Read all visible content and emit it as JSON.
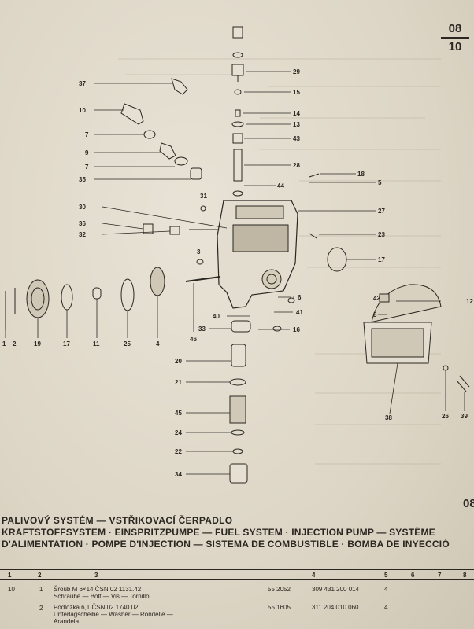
{
  "page_number": {
    "top": "08",
    "bottom": "10"
  },
  "edge_number": "08",
  "callouts": [
    "29",
    "15",
    "14",
    "13",
    "43",
    "28",
    "18",
    "5",
    "37",
    "10",
    "7",
    "9",
    "7",
    "35",
    "44",
    "31",
    "27",
    "30",
    "36",
    "32",
    "23",
    "3",
    "17",
    "1",
    "2",
    "19",
    "17",
    "11",
    "25",
    "4",
    "46",
    "6",
    "42",
    "12",
    "8",
    "40",
    "41",
    "33",
    "16",
    "20",
    "21",
    "45",
    "24",
    "22",
    "34",
    "38",
    "26",
    "39"
  ],
  "titles": {
    "czech": "PALIVOVÝ SYSTÉM — VSTŘIKOVACÍ ČERPADLO",
    "line2": "KRAFTSTOFFSYSTEM · EINSPRITZPUMPE — FUEL SYSTEM · INJECTION PUMP — SYSTÈME",
    "line3": "D'ALIMENTATION · POMPE D'INJECTION — SISTEMA DE COMBUSTIBLE · BOMBA DE INYECCIÓ"
  },
  "table": {
    "headers": [
      "1",
      "2",
      "3",
      "4",
      "5",
      "6",
      "7",
      "8"
    ],
    "rows": [
      {
        "c1": "10",
        "c2": "1",
        "desc1": "Šroub M 6×14 ČSN 02 1131.42",
        "desc2": "Schraube — Bolt — Vis — Tornillo",
        "code1": "55 2052",
        "code2": "309 431 200 014",
        "qty": "4"
      },
      {
        "c1": "",
        "c2": "2",
        "desc1": "Podložka 6,1 ČSN 02 1740.02",
        "desc2": "Unterlagscheibe — Washer — Rondelle —",
        "desc3": "Arandela",
        "code1": "55 1605",
        "code2": "311 204 010 060",
        "qty": "4"
      }
    ]
  }
}
